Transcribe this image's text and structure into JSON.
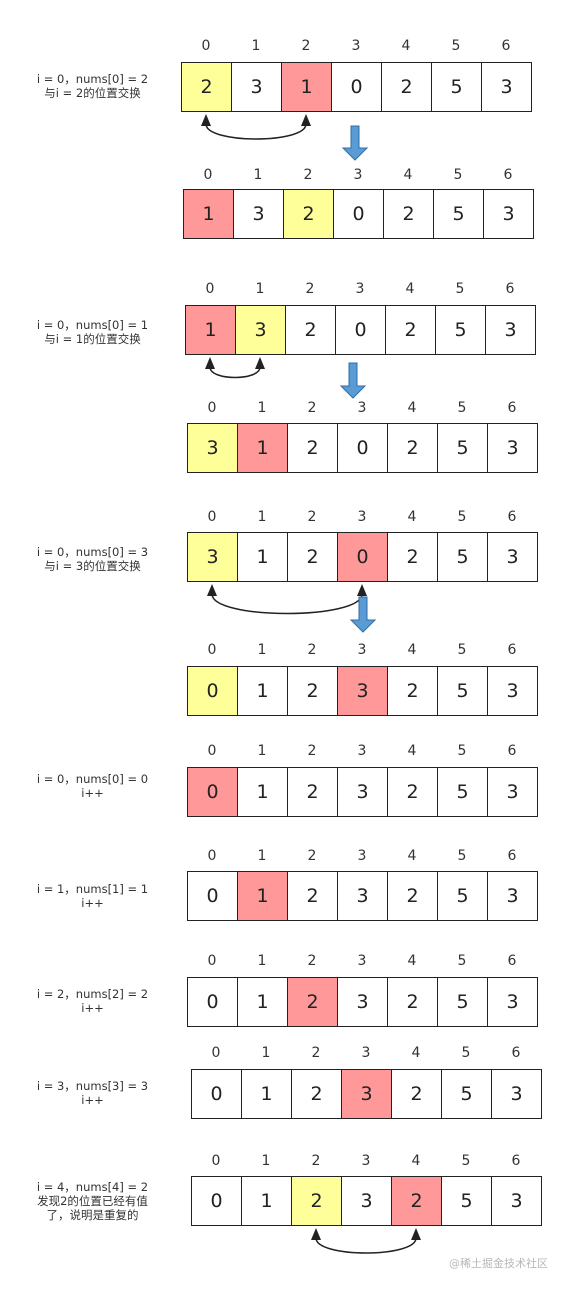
{
  "index_labels": [
    "0",
    "1",
    "2",
    "3",
    "4",
    "5",
    "6"
  ],
  "steps": [
    {
      "caption": [
        "i = 0，nums[0] = 2",
        "与i = 2的位置交换"
      ],
      "cells": [
        "2",
        "3",
        "1",
        "0",
        "2",
        "5",
        "3"
      ],
      "highlights": {
        "0": "yellow",
        "2": "red"
      },
      "swap_arc": [
        0,
        2
      ]
    },
    {
      "caption": [],
      "cells": [
        "1",
        "3",
        "2",
        "0",
        "2",
        "5",
        "3"
      ],
      "highlights": {
        "0": "red",
        "2": "yellow"
      }
    },
    {
      "caption": [
        "i = 0，nums[0] = 1",
        "与i = 1的位置交换"
      ],
      "cells": [
        "1",
        "3",
        "2",
        "0",
        "2",
        "5",
        "3"
      ],
      "highlights": {
        "0": "red",
        "1": "yellow"
      },
      "swap_arc": [
        0,
        1
      ]
    },
    {
      "caption": [],
      "cells": [
        "3",
        "1",
        "2",
        "0",
        "2",
        "5",
        "3"
      ],
      "highlights": {
        "0": "yellow",
        "1": "red"
      }
    },
    {
      "caption": [
        "i = 0，nums[0] = 3",
        "与i = 3的位置交换"
      ],
      "cells": [
        "3",
        "1",
        "2",
        "0",
        "2",
        "5",
        "3"
      ],
      "highlights": {
        "0": "yellow",
        "3": "red"
      },
      "swap_arc": [
        0,
        3
      ]
    },
    {
      "caption": [],
      "cells": [
        "0",
        "1",
        "2",
        "3",
        "2",
        "5",
        "3"
      ],
      "highlights": {
        "0": "yellow",
        "3": "red"
      }
    },
    {
      "caption": [
        "i = 0，nums[0] = 0",
        "i++"
      ],
      "cells": [
        "0",
        "1",
        "2",
        "3",
        "2",
        "5",
        "3"
      ],
      "highlights": {
        "0": "red"
      }
    },
    {
      "caption": [
        "i = 1，nums[1] = 1",
        "i++"
      ],
      "cells": [
        "0",
        "1",
        "2",
        "3",
        "2",
        "5",
        "3"
      ],
      "highlights": {
        "1": "red"
      }
    },
    {
      "caption": [
        "i = 2，nums[2] = 2",
        "i++"
      ],
      "cells": [
        "0",
        "1",
        "2",
        "3",
        "2",
        "5",
        "3"
      ],
      "highlights": {
        "2": "red"
      }
    },
    {
      "caption": [
        "i = 3，nums[3] = 3",
        "i++"
      ],
      "cells": [
        "0",
        "1",
        "2",
        "3",
        "2",
        "5",
        "3"
      ],
      "highlights": {
        "3": "red"
      }
    },
    {
      "caption": [
        "i = 4，nums[4] = 2",
        "发现2的位置已经有值",
        "了，说明是重复的"
      ],
      "cells": [
        "0",
        "1",
        "2",
        "3",
        "2",
        "5",
        "3"
      ],
      "highlights": {
        "2": "yellow",
        "4": "red"
      },
      "swap_arc": [
        2,
        4
      ]
    }
  ],
  "transition_arrows": 3,
  "colors": {
    "yellow": "#ffff99",
    "red": "#ff9999",
    "arrow": "#5b9bd5",
    "arc": "#222222"
  },
  "watermark": "@稀土掘金技术社区"
}
